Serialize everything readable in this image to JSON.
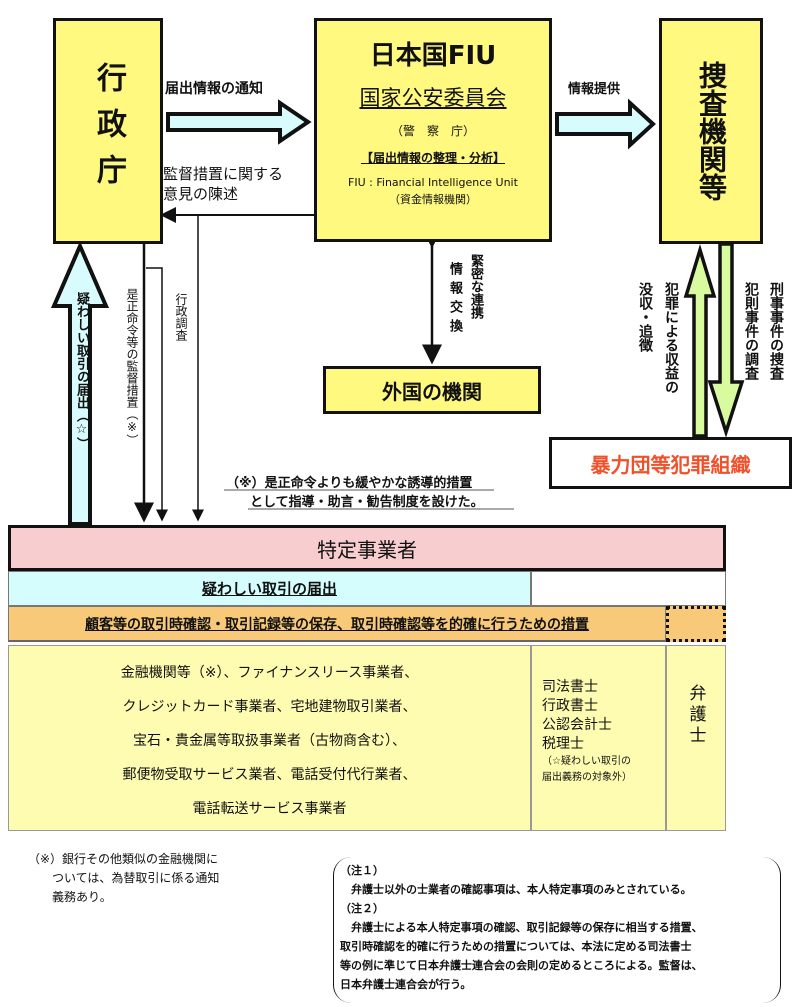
{
  "nodes": {
    "admin_agency": "行政庁",
    "fiu": {
      "title": "日本国FIU",
      "agency": "国家公安委員会",
      "sub_agency": "（警　察　庁）",
      "role": "【届出情報の整理・分析】",
      "definition": "FIU : Financial Intelligence Unit",
      "definition_jp": "（資金情報機関）"
    },
    "investigative": "捜査機関等",
    "foreign": "外国の機関",
    "crime_org": "暴力団等犯罪組織",
    "specified_business": "特定事業者"
  },
  "edges": {
    "notify": "届出情報の通知",
    "provide": "情報提供",
    "opinion_line1": "監督措置に関する",
    "opinion_line2": "意見の陳述",
    "exchange_col1": "情報交換",
    "exchange_col2": "緊密な連携",
    "suspicious_report": "疑わしい取引の届出（☆）",
    "corrective": "是正命令等の監督措置（※）",
    "admin_investigation": "行政調査",
    "confiscation_col1": "犯罪による収益の",
    "confiscation_col2": "没収・追徴",
    "criminal_col1": "刑事事件の捜査",
    "criminal_col2": "犯則事件の調査"
  },
  "note_guidance": {
    "line1": "（※）是正命令よりも緩やかな誘導的措置",
    "line2": "として指導・助言・勧告制度を設けた。"
  },
  "table": {
    "row_report": "疑わしい取引の届出",
    "row_measures": "顧客等の取引時確認・取引記録等の保存、取引時確認等を的確に行うための措置",
    "businesses": [
      "金融機関等（※）、ファイナンスリース事業者、",
      "クレジットカード事業者、宅地建物取引業者、",
      "宝石・貴金属等取扱事業者（古物商含む）、",
      "郵便物受取サービス業者、電話受付代行業者、",
      "電話転送サービス事業者"
    ],
    "professionals": [
      "司法書士",
      "行政書士",
      "公認会計士",
      "税理士"
    ],
    "professionals_note": [
      "（☆疑わしい取引の",
      "届出義務の対象外）"
    ],
    "lawyer": "弁護士"
  },
  "footnote": [
    "（※）銀行その他類似の金融機関に",
    "　　ついては、為替取引に係る通知",
    "　　義務あり。"
  ],
  "notes": {
    "n1_title": "（注１）",
    "n1_body": "　弁護士以外の士業者の確認事項は、本人特定事項のみとされている。",
    "n2_title": "（注２）",
    "n2_lines": [
      "　弁護士による本人特定事項の確認、取引記録等の保存に相当する措置、",
      "取引時確認を的確に行うための措置については、本法に定める司法書士",
      "等の例に準じて日本弁護士連合会の会則の定めるところによる。監督は、",
      "日本弁護士連合会が行う。"
    ]
  },
  "colors": {
    "box_yellow": "#fff97f",
    "arrow_cyan": "#d8fbfd",
    "arrow_green": "#d9fba0",
    "pink": "#f8cdcf",
    "light_cyan": "#d6fdfd",
    "orange": "#f7c978",
    "pale_yellow": "#fefcb0",
    "crime_red": "#f0502a"
  }
}
